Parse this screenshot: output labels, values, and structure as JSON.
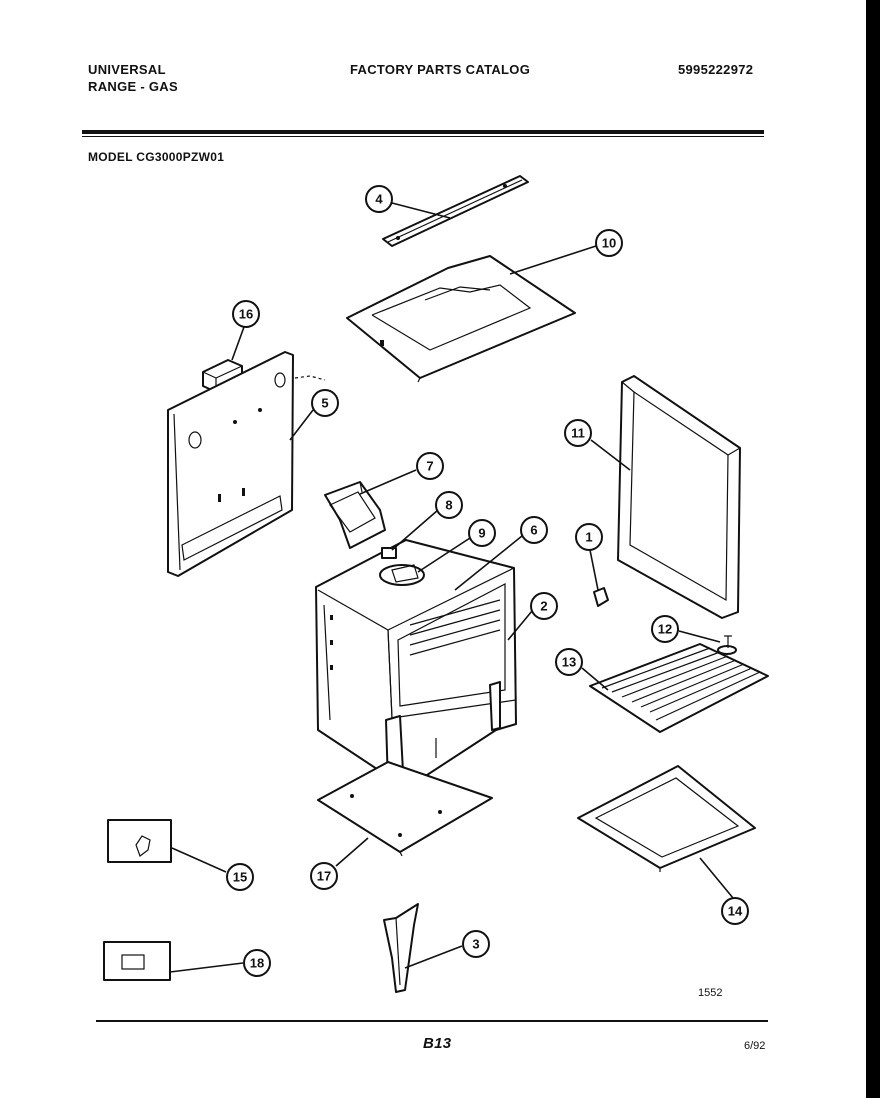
{
  "header": {
    "brand": "UNIVERSAL",
    "product": "RANGE - GAS",
    "catalog_title": "FACTORY PARTS CATALOG",
    "catalog_number": "5995222972",
    "model": "MODEL  CG3000PZW01"
  },
  "footer": {
    "drawing_number": "1552",
    "page": "B13",
    "date": "6/92"
  },
  "callouts": [
    {
      "id": "c1",
      "label": "1"
    },
    {
      "id": "c2",
      "label": "2"
    },
    {
      "id": "c3",
      "label": "3"
    },
    {
      "id": "c4",
      "label": "4"
    },
    {
      "id": "c5",
      "label": "5"
    },
    {
      "id": "c6",
      "label": "6"
    },
    {
      "id": "c7",
      "label": "7"
    },
    {
      "id": "c8",
      "label": "8"
    },
    {
      "id": "c9",
      "label": "9"
    },
    {
      "id": "c10",
      "label": "10"
    },
    {
      "id": "c11",
      "label": "11"
    },
    {
      "id": "c12",
      "label": "12"
    },
    {
      "id": "c13",
      "label": "13"
    },
    {
      "id": "c14",
      "label": "14"
    },
    {
      "id": "c15",
      "label": "15"
    },
    {
      "id": "c16",
      "label": "16"
    },
    {
      "id": "c17",
      "label": "17"
    },
    {
      "id": "c18",
      "label": "18"
    }
  ]
}
